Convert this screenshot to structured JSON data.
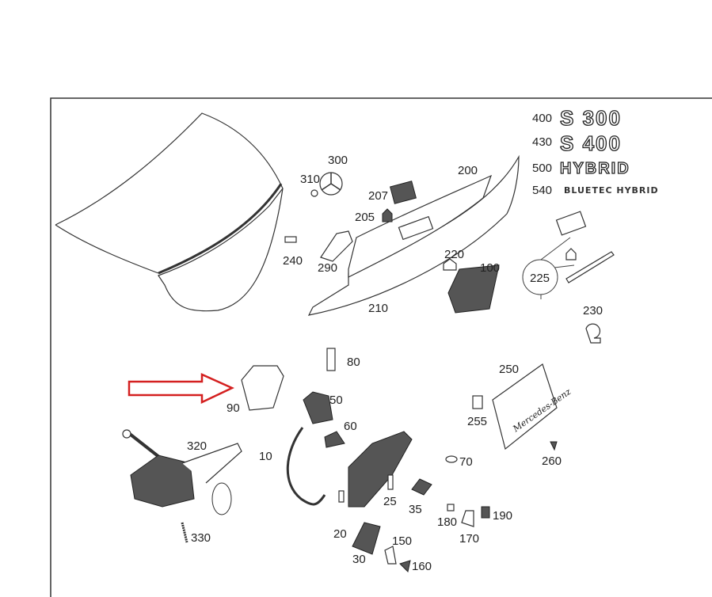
{
  "diagram": {
    "highlight_color": "#d42020",
    "badges": [
      {
        "part": "400",
        "text": "S 300"
      },
      {
        "part": "430",
        "text": "S 400"
      },
      {
        "part": "500",
        "text": "HYBRID"
      },
      {
        "part": "540",
        "text": "BLUETEC HYBRID"
      }
    ],
    "plate_text": "Mercedes-Benz",
    "parts": {
      "p300": "300",
      "p310": "310",
      "p207": "207",
      "p205": "205",
      "p200": "200",
      "p240": "240",
      "p290": "290",
      "p220": "220",
      "p100": "100",
      "p210": "210",
      "p225": "225",
      "p230": "230",
      "p80": "80",
      "p50": "50",
      "p90": "90",
      "p60": "60",
      "p250": "250",
      "p255": "255",
      "p320": "320",
      "p10": "10",
      "p70": "70",
      "p260": "260",
      "p25": "25",
      "p35": "35",
      "p180": "180",
      "p190": "190",
      "p170": "170",
      "p20": "20",
      "p330": "330",
      "p150": "150",
      "p30": "30",
      "p160": "160"
    }
  }
}
